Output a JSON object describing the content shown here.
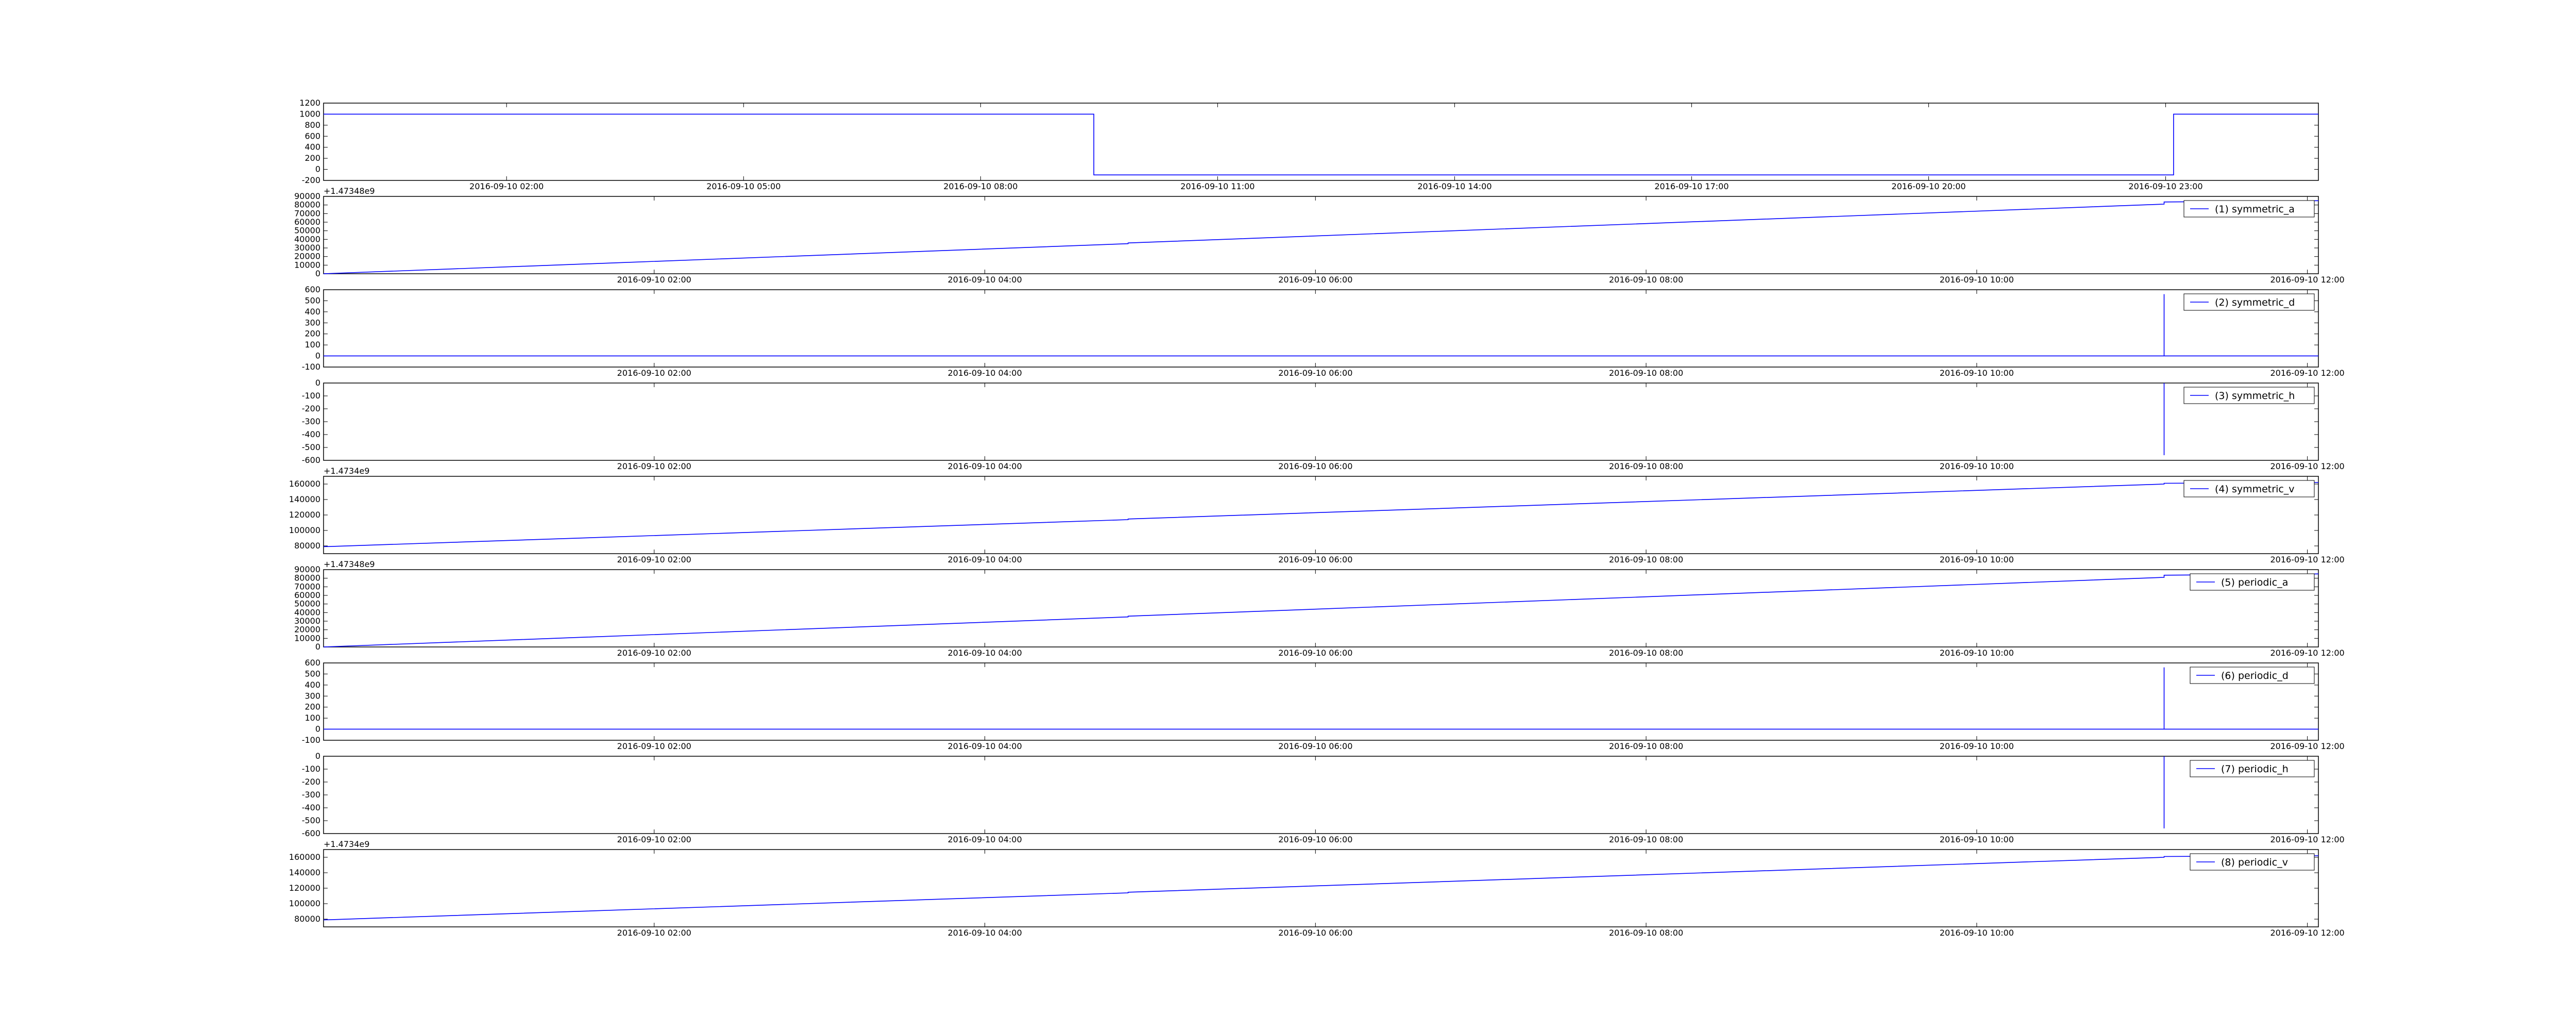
{
  "chart_data": [
    {
      "type": "line",
      "panel": 0,
      "x_axis": "date",
      "xlim": [
        "2016-09-09 23:41",
        "2016-09-11 00:56"
      ],
      "xtick_labels": [
        "2016-09-10 02:00",
        "2016-09-10 05:00",
        "2016-09-10 08:00",
        "2016-09-10 11:00",
        "2016-09-10 14:00",
        "2016-09-10 17:00",
        "2016-09-10 20:00",
        "2016-09-10 23:00"
      ],
      "xtick_values": [
        "2016-09-10 02:00",
        "2016-09-10 05:00",
        "2016-09-10 08:00",
        "2016-09-10 11:00",
        "2016-09-10 14:00",
        "2016-09-10 17:00",
        "2016-09-10 20:00",
        "2016-09-10 23:00"
      ],
      "ylim": [
        -200,
        1200
      ],
      "yticks": [
        -200,
        0,
        200,
        400,
        600,
        800,
        1000,
        1200
      ],
      "series": [
        {
          "color": "#0000ff",
          "x": [
            "2016-09-09 23:41",
            "2016-09-10 09:26",
            "2016-09-10 09:26",
            "2016-09-10 23:06",
            "2016-09-10 23:06",
            "2016-09-11 00:56"
          ],
          "y": [
            1000,
            1000,
            -100,
            -100,
            1000,
            1000
          ]
        }
      ],
      "legend": null
    },
    {
      "type": "line",
      "panel": 1,
      "x_axis": "date",
      "xlim": [
        "2016-09-10 00:00",
        "2016-09-10 12:04"
      ],
      "xtick_labels": [
        "2016-09-10 02:00",
        "2016-09-10 04:00",
        "2016-09-10 06:00",
        "2016-09-10 08:00",
        "2016-09-10 10:00",
        "2016-09-10 12:00"
      ],
      "xtick_values": [
        "2016-09-10 02:00",
        "2016-09-10 04:00",
        "2016-09-10 06:00",
        "2016-09-10 08:00",
        "2016-09-10 10:00",
        "2016-09-10 12:00"
      ],
      "ylim": [
        0,
        90000
      ],
      "yticks": [
        0,
        10000,
        20000,
        30000,
        40000,
        50000,
        60000,
        70000,
        80000,
        90000
      ],
      "offset_text": "+1.47348e9",
      "series": [
        {
          "name": "(1) symmetric_a",
          "color": "#0000ff",
          "x": [
            "2016-09-10 00:00",
            "2016-09-10 04:52",
            "2016-09-10 04:52",
            "2016-09-10 11:08",
            "2016-09-10 11:08",
            "2016-09-10 12:04"
          ],
          "y": [
            0,
            35000,
            35800,
            81000,
            83500,
            85000
          ]
        }
      ],
      "legend": "right"
    },
    {
      "type": "line",
      "panel": 2,
      "x_axis": "date",
      "xlim": [
        "2016-09-10 00:00",
        "2016-09-10 12:04"
      ],
      "xtick_labels": [
        "2016-09-10 02:00",
        "2016-09-10 04:00",
        "2016-09-10 06:00",
        "2016-09-10 08:00",
        "2016-09-10 10:00",
        "2016-09-10 12:00"
      ],
      "xtick_values": [
        "2016-09-10 02:00",
        "2016-09-10 04:00",
        "2016-09-10 06:00",
        "2016-09-10 08:00",
        "2016-09-10 10:00",
        "2016-09-10 12:00"
      ],
      "ylim": [
        -100,
        600
      ],
      "yticks": [
        -100,
        0,
        100,
        200,
        300,
        400,
        500,
        600
      ],
      "series": [
        {
          "name": "(2) symmetric_d",
          "color": "#0000ff",
          "x": [
            "2016-09-10 00:00",
            "2016-09-10 11:08",
            "2016-09-10 11:08",
            "2016-09-10 11:08",
            "2016-09-10 12:04"
          ],
          "y": [
            1,
            1,
            560,
            1,
            1
          ]
        }
      ],
      "legend": "right"
    },
    {
      "type": "line",
      "panel": 3,
      "x_axis": "date",
      "xlim": [
        "2016-09-10 00:00",
        "2016-09-10 12:04"
      ],
      "xtick_labels": [
        "2016-09-10 02:00",
        "2016-09-10 04:00",
        "2016-09-10 06:00",
        "2016-09-10 08:00",
        "2016-09-10 10:00",
        "2016-09-10 12:00"
      ],
      "xtick_values": [
        "2016-09-10 02:00",
        "2016-09-10 04:00",
        "2016-09-10 06:00",
        "2016-09-10 08:00",
        "2016-09-10 10:00",
        "2016-09-10 12:00"
      ],
      "ylim": [
        -600,
        0
      ],
      "yticks": [
        -600,
        -500,
        -400,
        -300,
        -200,
        -100,
        0
      ],
      "series": [
        {
          "name": "(3) symmetric_h",
          "color": "#0000ff",
          "x": [
            "2016-09-10 11:08",
            "2016-09-10 11:08"
          ],
          "y": [
            0,
            -560
          ]
        }
      ],
      "legend": "right"
    },
    {
      "type": "line",
      "panel": 4,
      "x_axis": "date",
      "xlim": [
        "2016-09-10 00:00",
        "2016-09-10 12:04"
      ],
      "xtick_labels": [
        "2016-09-10 02:00",
        "2016-09-10 04:00",
        "2016-09-10 06:00",
        "2016-09-10 08:00",
        "2016-09-10 10:00",
        "2016-09-10 12:00"
      ],
      "xtick_values": [
        "2016-09-10 02:00",
        "2016-09-10 04:00",
        "2016-09-10 06:00",
        "2016-09-10 08:00",
        "2016-09-10 10:00",
        "2016-09-10 12:00"
      ],
      "ylim": [
        70000,
        170000
      ],
      "yticks": [
        80000,
        100000,
        120000,
        140000,
        160000
      ],
      "offset_text": "+1.4734e9",
      "series": [
        {
          "name": "(4) symmetric_v",
          "color": "#0000ff",
          "x": [
            "2016-09-10 00:00",
            "2016-09-10 04:52",
            "2016-09-10 04:52",
            "2016-09-10 11:08",
            "2016-09-10 11:08",
            "2016-09-10 12:04"
          ],
          "y": [
            79000,
            114000,
            114800,
            160000,
            161000,
            162000
          ]
        }
      ],
      "legend": "right"
    },
    {
      "type": "line",
      "panel": 5,
      "x_axis": "date",
      "xlim": [
        "2016-09-10 00:00",
        "2016-09-10 12:04"
      ],
      "xtick_labels": [
        "2016-09-10 02:00",
        "2016-09-10 04:00",
        "2016-09-10 06:00",
        "2016-09-10 08:00",
        "2016-09-10 10:00",
        "2016-09-10 12:00"
      ],
      "xtick_values": [
        "2016-09-10 02:00",
        "2016-09-10 04:00",
        "2016-09-10 06:00",
        "2016-09-10 08:00",
        "2016-09-10 10:00",
        "2016-09-10 12:00"
      ],
      "ylim": [
        0,
        90000
      ],
      "yticks": [
        0,
        10000,
        20000,
        30000,
        40000,
        50000,
        60000,
        70000,
        80000,
        90000
      ],
      "offset_text": "+1.47348e9",
      "series": [
        {
          "name": "(5) periodic_a",
          "color": "#0000ff",
          "x": [
            "2016-09-10 00:00",
            "2016-09-10 04:52",
            "2016-09-10 04:52",
            "2016-09-10 11:08",
            "2016-09-10 11:08",
            "2016-09-10 12:04"
          ],
          "y": [
            0,
            35000,
            35800,
            81000,
            83500,
            85000
          ]
        }
      ],
      "legend": "right"
    },
    {
      "type": "line",
      "panel": 6,
      "x_axis": "date",
      "xlim": [
        "2016-09-10 00:00",
        "2016-09-10 12:04"
      ],
      "xtick_labels": [
        "2016-09-10 02:00",
        "2016-09-10 04:00",
        "2016-09-10 06:00",
        "2016-09-10 08:00",
        "2016-09-10 10:00",
        "2016-09-10 12:00"
      ],
      "xtick_values": [
        "2016-09-10 02:00",
        "2016-09-10 04:00",
        "2016-09-10 06:00",
        "2016-09-10 08:00",
        "2016-09-10 10:00",
        "2016-09-10 12:00"
      ],
      "ylim": [
        -100,
        600
      ],
      "yticks": [
        -100,
        0,
        100,
        200,
        300,
        400,
        500,
        600
      ],
      "series": [
        {
          "name": "(6) periodic_d",
          "color": "#0000ff",
          "x": [
            "2016-09-10 00:00",
            "2016-09-10 11:08",
            "2016-09-10 11:08",
            "2016-09-10 11:08",
            "2016-09-10 12:04"
          ],
          "y": [
            1,
            1,
            560,
            1,
            1
          ]
        }
      ],
      "legend": "right"
    },
    {
      "type": "line",
      "panel": 7,
      "x_axis": "date",
      "xlim": [
        "2016-09-10 00:00",
        "2016-09-10 12:04"
      ],
      "xtick_labels": [
        "2016-09-10 02:00",
        "2016-09-10 04:00",
        "2016-09-10 06:00",
        "2016-09-10 08:00",
        "2016-09-10 10:00",
        "2016-09-10 12:00"
      ],
      "xtick_values": [
        "2016-09-10 02:00",
        "2016-09-10 04:00",
        "2016-09-10 06:00",
        "2016-09-10 08:00",
        "2016-09-10 10:00",
        "2016-09-10 12:00"
      ],
      "ylim": [
        -600,
        0
      ],
      "yticks": [
        -600,
        -500,
        -400,
        -300,
        -200,
        -100,
        0
      ],
      "series": [
        {
          "name": "(7) periodic_h",
          "color": "#0000ff",
          "x": [
            "2016-09-10 11:08",
            "2016-09-10 11:08"
          ],
          "y": [
            0,
            -560
          ]
        }
      ],
      "legend": "right"
    },
    {
      "type": "line",
      "panel": 8,
      "x_axis": "date",
      "xlim": [
        "2016-09-10 00:00",
        "2016-09-10 12:04"
      ],
      "xtick_labels": [
        "2016-09-10 02:00",
        "2016-09-10 04:00",
        "2016-09-10 06:00",
        "2016-09-10 08:00",
        "2016-09-10 10:00",
        "2016-09-10 12:00"
      ],
      "xtick_values": [
        "2016-09-10 02:00",
        "2016-09-10 04:00",
        "2016-09-10 06:00",
        "2016-09-10 08:00",
        "2016-09-10 10:00",
        "2016-09-10 12:00"
      ],
      "ylim": [
        70000,
        170000
      ],
      "yticks": [
        80000,
        100000,
        120000,
        140000,
        160000
      ],
      "offset_text": "+1.4734e9",
      "series": [
        {
          "name": "(8) periodic_v",
          "color": "#0000ff",
          "x": [
            "2016-09-10 00:00",
            "2016-09-10 04:52",
            "2016-09-10 04:52",
            "2016-09-10 11:08",
            "2016-09-10 11:08",
            "2016-09-10 12:04"
          ],
          "y": [
            79000,
            114000,
            114800,
            160000,
            161000,
            162000
          ]
        }
      ],
      "legend": "right"
    }
  ]
}
